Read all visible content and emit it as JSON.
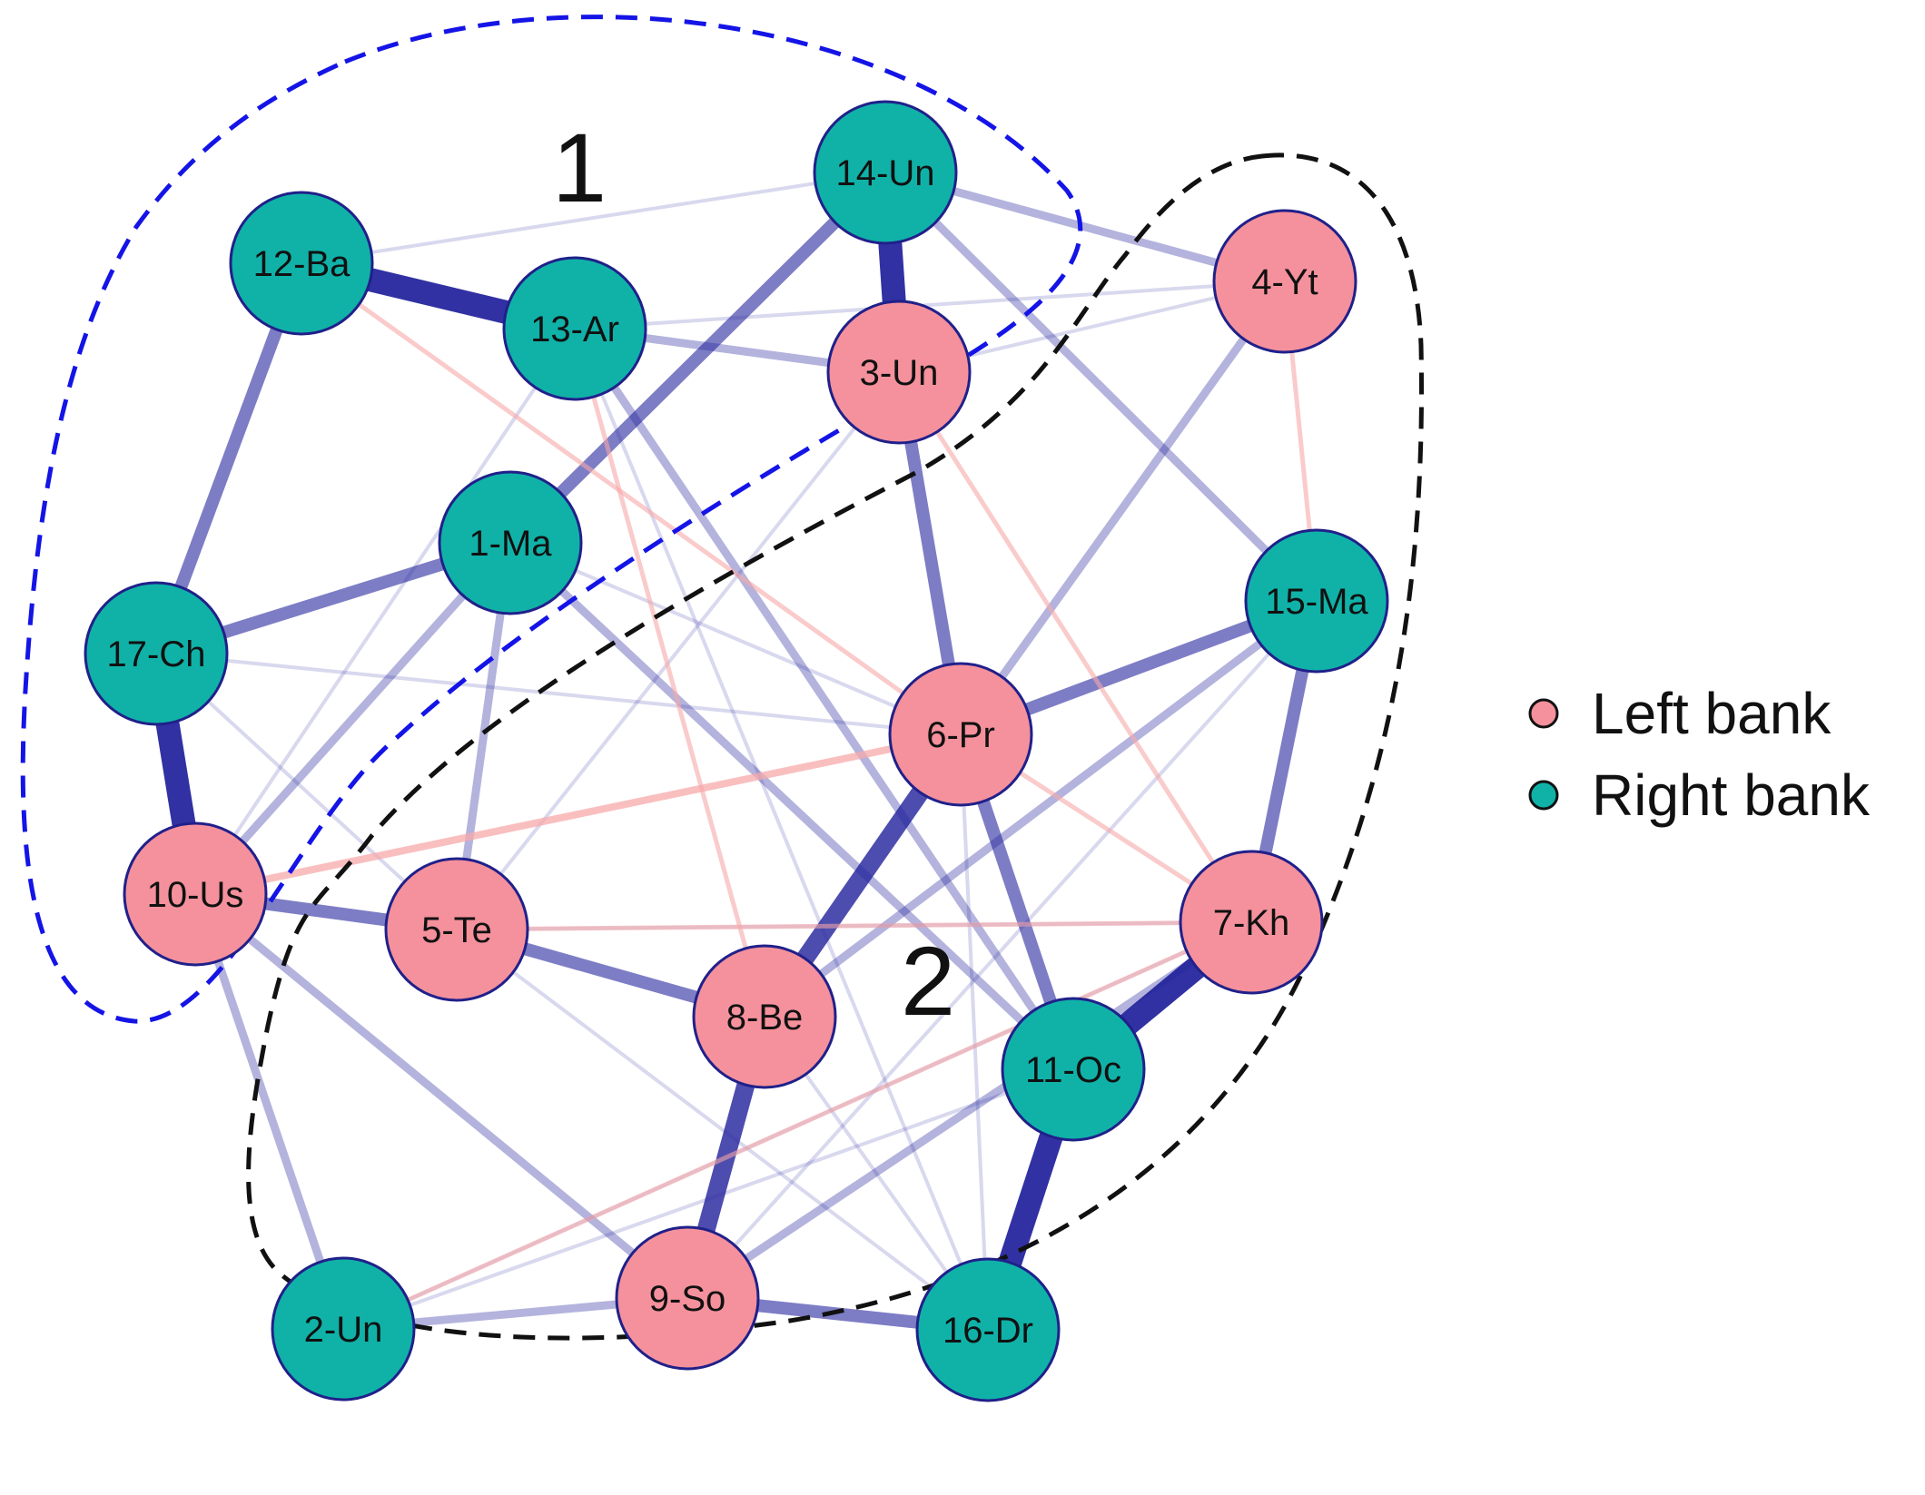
{
  "nodes": [
    {
      "id": "1-Ma",
      "label": "1-Ma",
      "bank": "right"
    },
    {
      "id": "2-Un",
      "label": "2-Un",
      "bank": "right"
    },
    {
      "id": "3-Un",
      "label": "3-Un",
      "bank": "left"
    },
    {
      "id": "4-Yt",
      "label": "4-Yt",
      "bank": "left"
    },
    {
      "id": "5-Te",
      "label": "5-Te",
      "bank": "left"
    },
    {
      "id": "6-Pr",
      "label": "6-Pr",
      "bank": "left"
    },
    {
      "id": "7-Kh",
      "label": "7-Kh",
      "bank": "left"
    },
    {
      "id": "8-Be",
      "label": "8-Be",
      "bank": "left"
    },
    {
      "id": "9-So",
      "label": "9-So",
      "bank": "left"
    },
    {
      "id": "10-Us",
      "label": "10-Us",
      "bank": "left"
    },
    {
      "id": "11-Oc",
      "label": "11-Oc",
      "bank": "right"
    },
    {
      "id": "12-Ba",
      "label": "12-Ba",
      "bank": "right"
    },
    {
      "id": "13-Ar",
      "label": "13-Ar",
      "bank": "right"
    },
    {
      "id": "14-Un",
      "label": "14-Un",
      "bank": "right"
    },
    {
      "id": "15-Ma",
      "label": "15-Ma",
      "bank": "right"
    },
    {
      "id": "16-Dr",
      "label": "16-Dr",
      "bank": "right"
    },
    {
      "id": "17-Ch",
      "label": "17-Ch",
      "bank": "right"
    }
  ],
  "edges": [
    {
      "source": "12-Ba",
      "target": "13-Ar",
      "weight": 5,
      "sign": "positive"
    },
    {
      "source": "17-Ch",
      "target": "10-Us",
      "weight": 5,
      "sign": "positive"
    },
    {
      "source": "11-Oc",
      "target": "16-Dr",
      "weight": 5,
      "sign": "positive"
    },
    {
      "source": "7-Kh",
      "target": "11-Oc",
      "weight": 5,
      "sign": "positive"
    },
    {
      "source": "14-Un",
      "target": "3-Un",
      "weight": 5,
      "sign": "positive"
    },
    {
      "source": "8-Be",
      "target": "9-So",
      "weight": 4,
      "sign": "positive"
    },
    {
      "source": "6-Pr",
      "target": "8-Be",
      "weight": 4,
      "sign": "positive"
    },
    {
      "source": "14-Un",
      "target": "1-Ma",
      "weight": 3,
      "sign": "positive"
    },
    {
      "source": "17-Ch",
      "target": "1-Ma",
      "weight": 3,
      "sign": "positive"
    },
    {
      "source": "12-Ba",
      "target": "17-Ch",
      "weight": 3,
      "sign": "positive"
    },
    {
      "source": "5-Te",
      "target": "8-Be",
      "weight": 3,
      "sign": "positive"
    },
    {
      "source": "9-So",
      "target": "16-Dr",
      "weight": 3,
      "sign": "positive"
    },
    {
      "source": "15-Ma",
      "target": "7-Kh",
      "weight": 3,
      "sign": "positive"
    },
    {
      "source": "6-Pr",
      "target": "15-Ma",
      "weight": 3,
      "sign": "positive"
    },
    {
      "source": "10-Us",
      "target": "5-Te",
      "weight": 3,
      "sign": "positive"
    },
    {
      "source": "3-Un",
      "target": "6-Pr",
      "weight": 3,
      "sign": "positive"
    },
    {
      "source": "6-Pr",
      "target": "11-Oc",
      "weight": 3,
      "sign": "positive"
    },
    {
      "source": "14-Un",
      "target": "15-Ma",
      "weight": 2,
      "sign": "positive"
    },
    {
      "source": "13-Ar",
      "target": "11-Oc",
      "weight": 2,
      "sign": "positive"
    },
    {
      "source": "13-Ar",
      "target": "3-Un",
      "weight": 2,
      "sign": "positive"
    },
    {
      "source": "14-Un",
      "target": "4-Yt",
      "weight": 2,
      "sign": "positive"
    },
    {
      "source": "4-Yt",
      "target": "6-Pr",
      "weight": 2,
      "sign": "positive"
    },
    {
      "source": "1-Ma",
      "target": "5-Te",
      "weight": 2,
      "sign": "positive"
    },
    {
      "source": "1-Ma",
      "target": "10-Us",
      "weight": 2,
      "sign": "positive"
    },
    {
      "source": "10-Us",
      "target": "9-So",
      "weight": 2,
      "sign": "positive"
    },
    {
      "source": "10-Us",
      "target": "2-Un",
      "weight": 2,
      "sign": "positive"
    },
    {
      "source": "2-Un",
      "target": "9-So",
      "weight": 2,
      "sign": "positive"
    },
    {
      "source": "9-So",
      "target": "7-Kh",
      "weight": 2,
      "sign": "positive"
    },
    {
      "source": "1-Ma",
      "target": "11-Oc",
      "weight": 2,
      "sign": "positive"
    },
    {
      "source": "8-Be",
      "target": "15-Ma",
      "weight": 2,
      "sign": "positive"
    },
    {
      "source": "1-Ma",
      "target": "6-Pr",
      "weight": 1,
      "sign": "positive"
    },
    {
      "source": "12-Ba",
      "target": "14-Un",
      "weight": 1,
      "sign": "positive"
    },
    {
      "source": "13-Ar",
      "target": "4-Yt",
      "weight": 1,
      "sign": "positive"
    },
    {
      "source": "3-Un",
      "target": "4-Yt",
      "weight": 1,
      "sign": "positive"
    },
    {
      "source": "13-Ar",
      "target": "16-Dr",
      "weight": 1,
      "sign": "positive"
    },
    {
      "source": "3-Un",
      "target": "5-Te",
      "weight": 1,
      "sign": "positive"
    },
    {
      "source": "17-Ch",
      "target": "5-Te",
      "weight": 1,
      "sign": "positive"
    },
    {
      "source": "10-Us",
      "target": "13-Ar",
      "weight": 1,
      "sign": "positive"
    },
    {
      "source": "5-Te",
      "target": "7-Kh",
      "weight": 1,
      "sign": "positive"
    },
    {
      "source": "2-Un",
      "target": "11-Oc",
      "weight": 1,
      "sign": "positive"
    },
    {
      "source": "2-Un",
      "target": "7-Kh",
      "weight": 1,
      "sign": "positive"
    },
    {
      "source": "5-Te",
      "target": "16-Dr",
      "weight": 1,
      "sign": "positive"
    },
    {
      "source": "8-Be",
      "target": "16-Dr",
      "weight": 1,
      "sign": "positive"
    },
    {
      "source": "9-So",
      "target": "15-Ma",
      "weight": 1,
      "sign": "positive"
    },
    {
      "source": "6-Pr",
      "target": "16-Dr",
      "weight": 1,
      "sign": "positive"
    },
    {
      "source": "17-Ch",
      "target": "6-Pr",
      "weight": 1,
      "sign": "positive"
    },
    {
      "source": "10-Us",
      "target": "6-Pr",
      "weight": 2,
      "sign": "negative"
    },
    {
      "source": "12-Ba",
      "target": "6-Pr",
      "weight": 1,
      "sign": "negative"
    },
    {
      "source": "4-Yt",
      "target": "15-Ma",
      "weight": 1,
      "sign": "negative"
    },
    {
      "source": "3-Un",
      "target": "7-Kh",
      "weight": 1,
      "sign": "negative"
    },
    {
      "source": "13-Ar",
      "target": "8-Be",
      "weight": 1,
      "sign": "negative"
    },
    {
      "source": "6-Pr",
      "target": "7-Kh",
      "weight": 1,
      "sign": "negative"
    },
    {
      "source": "5-Te",
      "target": "7-Kh",
      "weight": 1,
      "sign": "negative"
    },
    {
      "source": "2-Un",
      "target": "7-Kh",
      "weight": 1,
      "sign": "negative"
    }
  ],
  "clusters": [
    {
      "id": "cluster-1",
      "label": "1",
      "outline_color": "#1414e6"
    },
    {
      "id": "cluster-2",
      "label": "2",
      "outline_color": "#111111"
    }
  ],
  "legend": [
    {
      "key": "left",
      "label": "Left bank",
      "color": "#f4919c"
    },
    {
      "key": "right",
      "label": "Right bank",
      "color": "#10b2a8"
    }
  ],
  "colors": {
    "positive_edge": "#26269e",
    "negative_edge": "#f7a9a9",
    "node_outline": "#20208a"
  }
}
